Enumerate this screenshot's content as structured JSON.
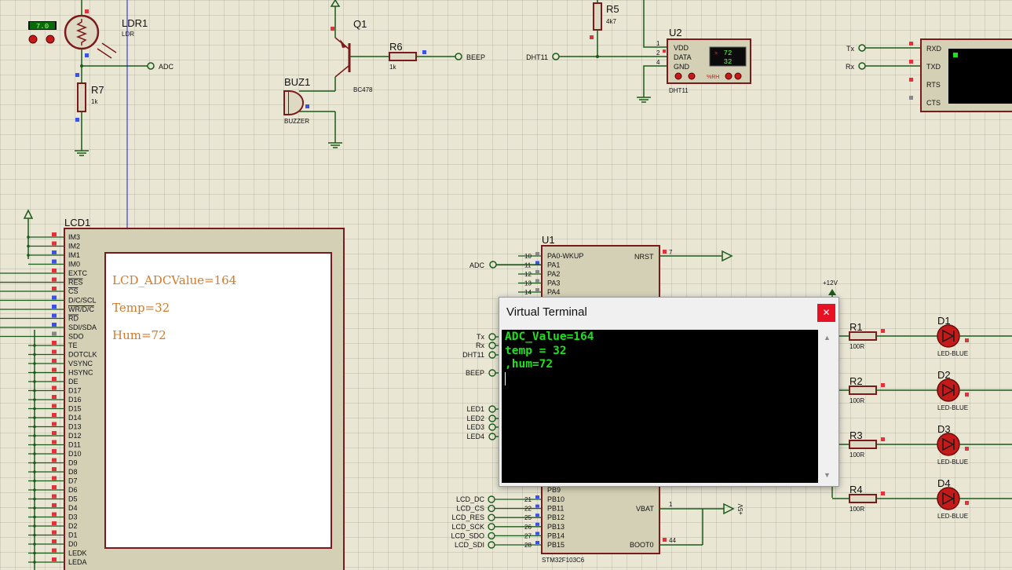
{
  "terminal": {
    "title": "Virtual Terminal",
    "close_glyph": "✕",
    "lines": [
      "ADC_Value=164",
      "temp = 32",
      ",hum=72"
    ],
    "text_color": "#1ee01e"
  },
  "lcd": {
    "ref": "LCD1",
    "lines": [
      "LCD_ADCValue=164",
      "Temp=32",
      "Hum=72"
    ],
    "text_color": "#d47a2c",
    "pins": [
      "IM3",
      "IM2",
      "IM1",
      "IM0",
      "EXTC",
      "RES",
      "CS",
      "D/C/SCL",
      "WR/D/C",
      "RD",
      "SDI/SDA",
      "SDO",
      "TE",
      "DOTCLK",
      "VSYNC",
      "HSYNC",
      "DE",
      "D17",
      "D16",
      "D15",
      "D14",
      "D13",
      "D12",
      "D11",
      "D10",
      "D9",
      "D8",
      "D7",
      "D6",
      "D5",
      "D4",
      "D3",
      "D2",
      "D1",
      "D0",
      "LEDK",
      "LEDA"
    ]
  },
  "ldr": {
    "ref": "LDR1",
    "value": "LDR",
    "meter": "7.0"
  },
  "r7": {
    "ref": "R7",
    "value": "1k"
  },
  "adc_label": "ADC",
  "q1": {
    "ref": "Q1",
    "value": "BC478"
  },
  "r6": {
    "ref": "R6",
    "value": "1k"
  },
  "beep_label": "BEEP",
  "buz1": {
    "ref": "BUZ1",
    "value": "BUZZER"
  },
  "r5": {
    "ref": "R5",
    "value": "4k7"
  },
  "dht_label": "DHT11",
  "u2": {
    "ref": "U2",
    "value": "DHT11",
    "pins": [
      "VDD",
      "DATA",
      "GND"
    ],
    "pin_nums": [
      "1",
      "2",
      "4"
    ],
    "display": [
      "72",
      "32"
    ],
    "unit": "%RH",
    "arrow": ">"
  },
  "serial": {
    "tx_label": "Tx",
    "rx_label": "Rx",
    "pins": [
      "RXD",
      "TXD",
      "RTS",
      "CTS"
    ]
  },
  "u1": {
    "ref": "U1",
    "value": "STM32F103C6",
    "left_pins": [
      {
        "num": "10",
        "name": "PA0-WKUP"
      },
      {
        "num": "11",
        "name": "PA1"
      },
      {
        "num": "12",
        "name": "PA2"
      },
      {
        "num": "13",
        "name": "PA3"
      },
      {
        "num": "14",
        "name": "PA4"
      }
    ],
    "bottom_pins": [
      {
        "num": "21",
        "name": "PB10"
      },
      {
        "num": "22",
        "name": "PB11"
      },
      {
        "num": "25",
        "name": "PB12"
      },
      {
        "num": "26",
        "name": "PB13"
      },
      {
        "num": "27",
        "name": "PB14"
      },
      {
        "num": "28",
        "name": "PB15"
      }
    ],
    "pb9": "PB9",
    "nrst": {
      "name": "NRST",
      "num": "7"
    },
    "vbat": {
      "name": "VBAT",
      "num": "1"
    },
    "boot0": {
      "name": "BOOT0",
      "num": "44"
    }
  },
  "nets": {
    "adc": "ADC",
    "tx": "Tx",
    "rx": "Rx",
    "dht": "DHT11",
    "beep": "BEEP",
    "leds": [
      "LED1",
      "LED2",
      "LED3",
      "LED4"
    ],
    "lcd_nets": [
      "LCD_DC",
      "LCD_CS",
      "LCD_RES",
      "LCD_SCK",
      "LCD_SDO",
      "LCD_SDI"
    ]
  },
  "power": {
    "v12": "+12V",
    "v5": "+5V"
  },
  "resistors_led": [
    {
      "ref": "R1",
      "value": "100R"
    },
    {
      "ref": "R2",
      "value": "100R"
    },
    {
      "ref": "R3",
      "value": "100R"
    },
    {
      "ref": "R4",
      "value": "100R"
    }
  ],
  "leds": [
    {
      "ref": "D1",
      "value": "LED-BLUE"
    },
    {
      "ref": "D2",
      "value": "LED-BLUE"
    },
    {
      "ref": "D3",
      "value": "LED-BLUE"
    },
    {
      "ref": "D4",
      "value": "LED-BLUE"
    }
  ]
}
